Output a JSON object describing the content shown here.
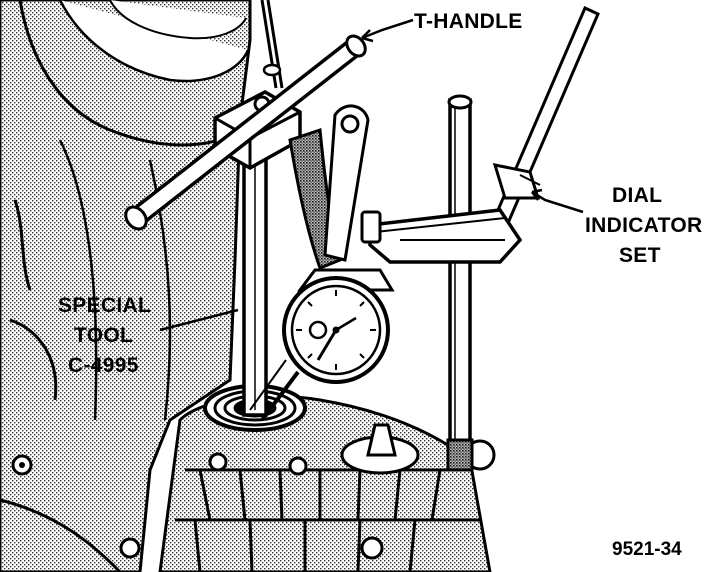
{
  "labels": {
    "t_handle": "T-HANDLE",
    "dial_indicator_line1": "DIAL",
    "dial_indicator_line2": "INDICATOR",
    "dial_indicator_line3": "SET",
    "special_tool_line1": "SPECIAL",
    "special_tool_line2": "TOOL",
    "special_tool_line3": "C-4995"
  },
  "figure_number": "9521-34",
  "colors": {
    "ink": "#000000",
    "paper": "#ffffff",
    "stipple": "#7a7a7a"
  }
}
